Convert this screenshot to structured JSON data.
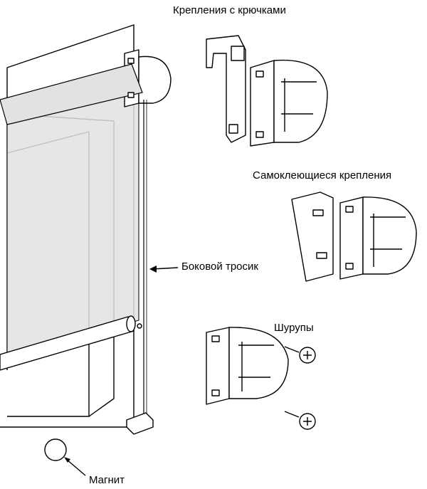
{
  "labels": {
    "hook_mounts": "Крепления с крючками",
    "adhesive_mounts": "Самоклеющиеся крепления",
    "side_cable": "Боковой тросик",
    "screws": "Шурупы",
    "magnet": "Магнит"
  },
  "colors": {
    "fabric": "#e2e2e2",
    "line": "#000000"
  }
}
